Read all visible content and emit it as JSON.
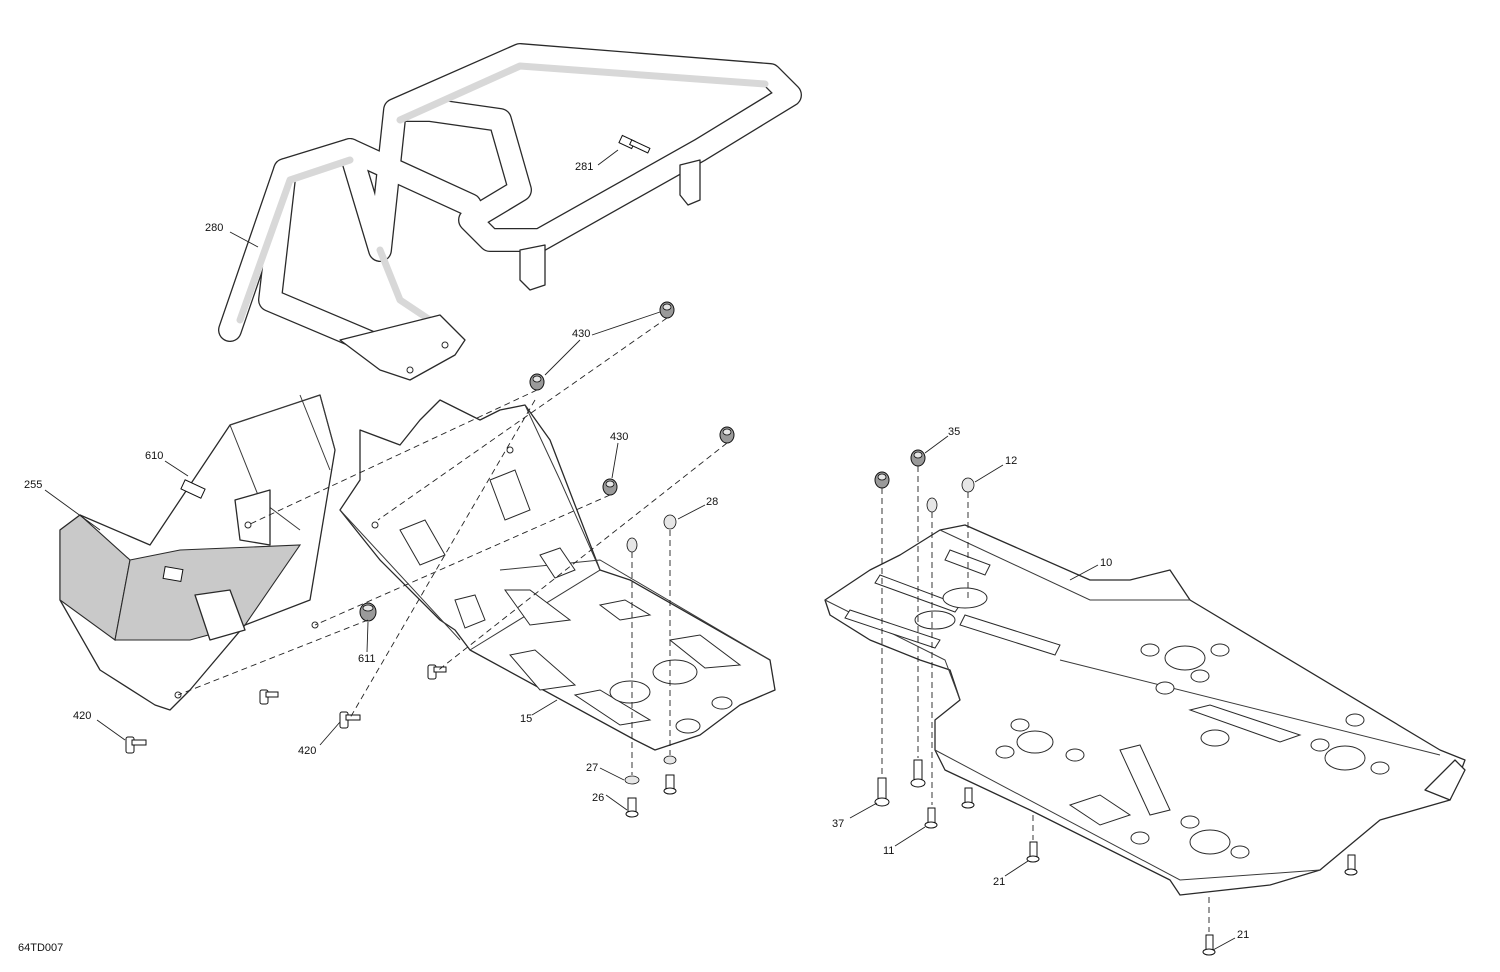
{
  "drawing_code": "64TD007",
  "callouts": {
    "c281": "281",
    "c280": "280",
    "c430a": "430",
    "c430b": "430",
    "c610": "610",
    "c255": "255",
    "c611": "611",
    "c420a": "420",
    "c420b": "420",
    "c28": "28",
    "c15": "15",
    "c27": "27",
    "c26": "26",
    "c35": "35",
    "c12": "12",
    "c10": "10",
    "c37": "37",
    "c11": "11",
    "c21a": "21",
    "c21b": "21"
  }
}
